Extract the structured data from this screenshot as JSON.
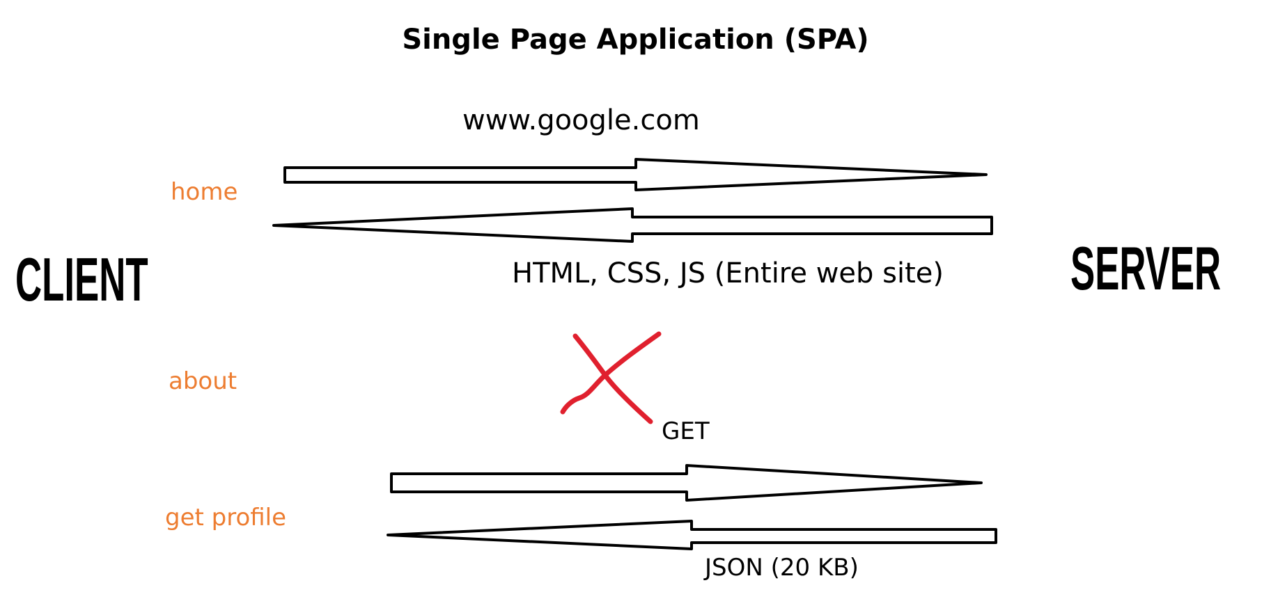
{
  "title": "Single Page Application (SPA)",
  "client_label": "CLIENT",
  "server_label": "SERVER",
  "request_url": "www.google.com",
  "initial_response": "HTML, CSS, JS (Entire web site)",
  "get_label": "GET",
  "json_response": "JSON (20 KB)",
  "routes": {
    "home": "home",
    "about": "about",
    "get_profile": "get profile"
  },
  "colors": {
    "route_text": "#ed7d31",
    "cross": "#e0202e"
  }
}
